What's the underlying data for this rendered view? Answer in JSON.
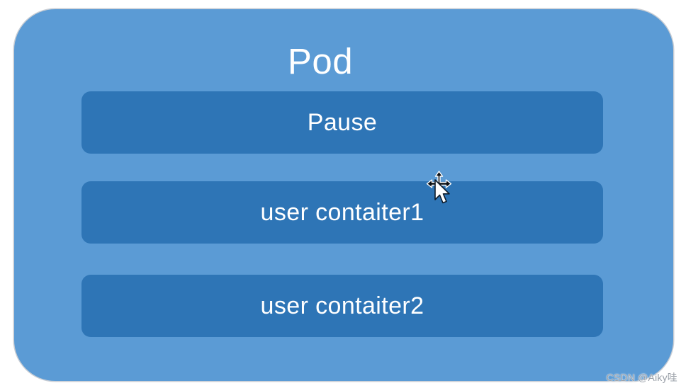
{
  "page": {
    "background": "#ffffff"
  },
  "diagram": {
    "title": "Pod",
    "containers": [
      {
        "label": "Pause"
      },
      {
        "label": "user contaiter1"
      },
      {
        "label": "user contaiter2"
      }
    ]
  },
  "cursor": {
    "icon": "move-cursor"
  },
  "watermark": {
    "text": "CSDN @Aiky哇"
  },
  "colors": {
    "pod_bg": "#5B9BD5",
    "container_bg": "#2E75B6",
    "label_text": "#FFFFFF",
    "watermark_text": "#9AA0A8"
  }
}
